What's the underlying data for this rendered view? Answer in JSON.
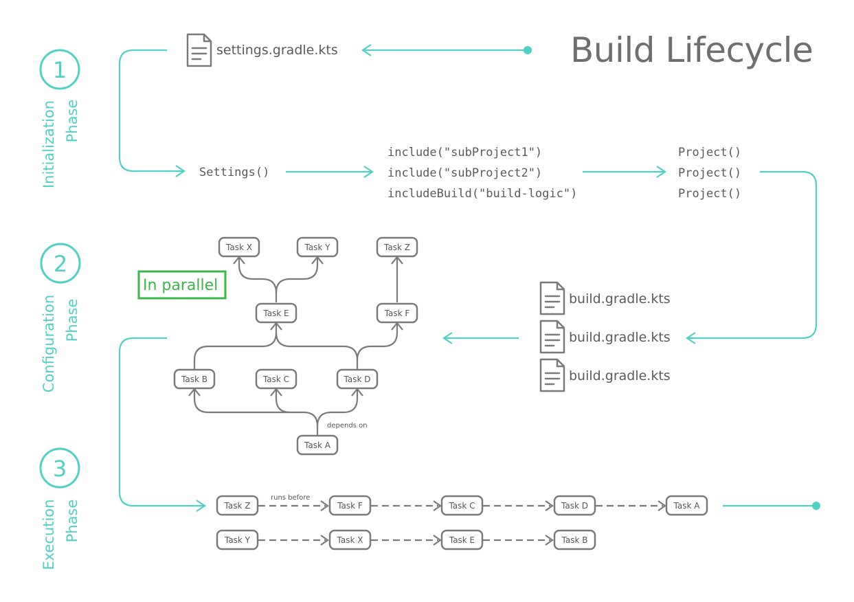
{
  "title": "Build Lifecycle",
  "phases": [
    {
      "number": "1",
      "line1": "Initialization",
      "line2": "Phase"
    },
    {
      "number": "2",
      "line1": "Configuration",
      "line2": "Phase"
    },
    {
      "number": "3",
      "line1": "Execution",
      "line2": "Phase"
    }
  ],
  "settings_file": "settings.gradle.kts",
  "settings_call": "Settings()",
  "includes": [
    "include(\"subProject1\")",
    "include(\"subProject2\")",
    "includeBuild(\"build-logic\")"
  ],
  "projects": [
    "Project()",
    "Project()",
    "Project()"
  ],
  "build_files": [
    "build.gradle.kts",
    "build.gradle.kts",
    "build.gradle.kts"
  ],
  "parallel_label": "In parallel",
  "depends_on_label": "depends on",
  "runs_before_label": "runs before",
  "config_tasks": {
    "x": "Task X",
    "y": "Task Y",
    "z": "Task Z",
    "e": "Task E",
    "f": "Task F",
    "b": "Task B",
    "c": "Task C",
    "d": "Task D",
    "a": "Task A"
  },
  "exec_row1": [
    "Task Z",
    "Task F",
    "Task C",
    "Task D",
    "Task A"
  ],
  "exec_row2": [
    "Task Y",
    "Task X",
    "Task E",
    "Task B"
  ],
  "colors": {
    "accent": "#4fd1c5",
    "gray": "#7a7a7a",
    "parallel": "#3cb648"
  }
}
